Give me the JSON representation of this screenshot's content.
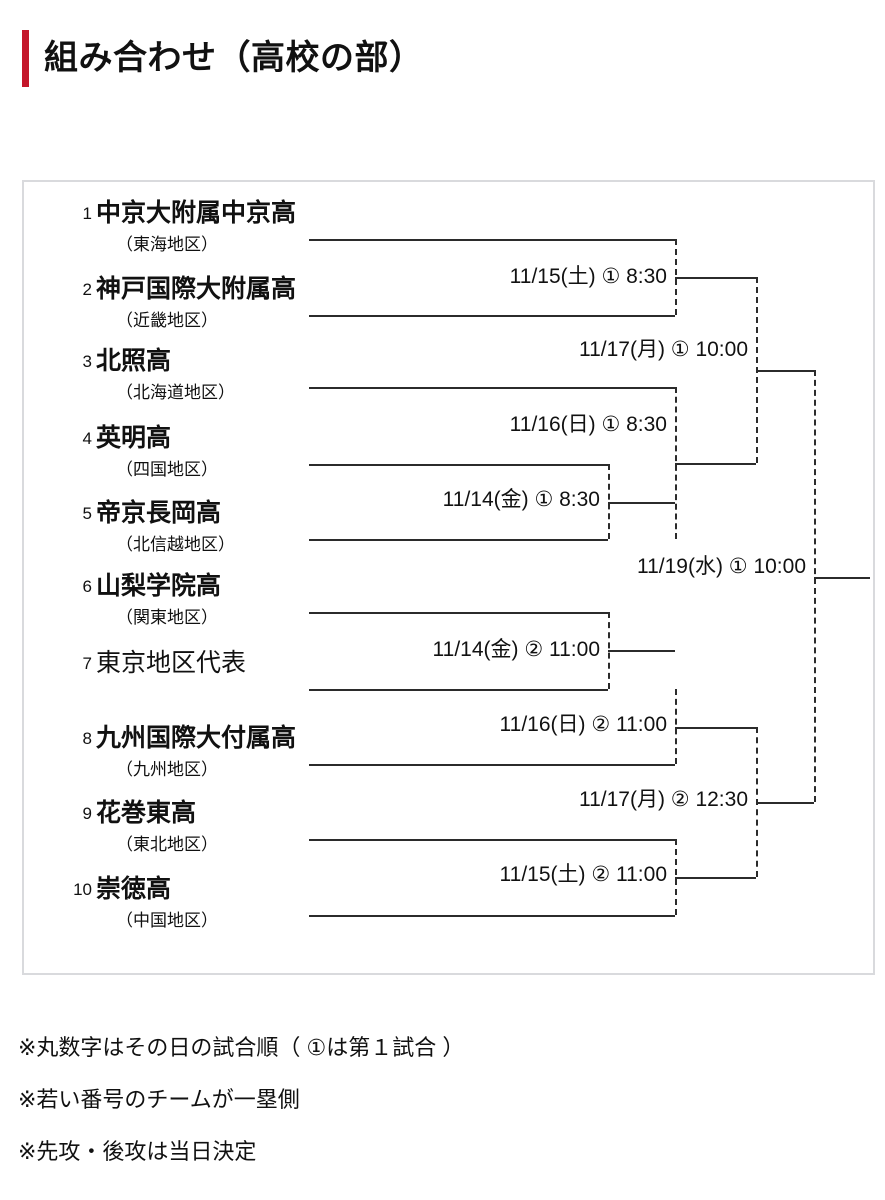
{
  "header": {
    "title": "組み合わせ（高校の部）",
    "accent_color": "#c4162a"
  },
  "bracket": {
    "teams": [
      {
        "seed": "1",
        "name": "中京大附属中京高",
        "region": "（東海地区）"
      },
      {
        "seed": "2",
        "name": "神戸国際大附属高",
        "region": "（近畿地区）"
      },
      {
        "seed": "3",
        "name": "北照高",
        "region": "（北海道地区）"
      },
      {
        "seed": "4",
        "name": "英明高",
        "region": "（四国地区）"
      },
      {
        "seed": "5",
        "name": "帝京長岡高",
        "region": "（北信越地区）"
      },
      {
        "seed": "6",
        "name": "山梨学院高",
        "region": "（関東地区）"
      },
      {
        "seed": "7",
        "name": "東京地区代表",
        "region": ""
      },
      {
        "seed": "8",
        "name": "九州国際大付属高",
        "region": "（九州地区）"
      },
      {
        "seed": "9",
        "name": "花巻東高",
        "region": "（東北地区）"
      },
      {
        "seed": "10",
        "name": "崇徳高",
        "region": "（中国地区）"
      }
    ],
    "matches": [
      {
        "id": "m1",
        "label": "11/15(土) ① 8:30"
      },
      {
        "id": "m2",
        "label": "11/16(日) ① 8:30"
      },
      {
        "id": "m3",
        "label": "11/14(金) ① 8:30"
      },
      {
        "id": "m4",
        "label": "11/17(月) ① 10:00"
      },
      {
        "id": "m5",
        "label": "11/14(金) ② 11:00"
      },
      {
        "id": "m6",
        "label": "11/16(日) ② 11:00"
      },
      {
        "id": "m7",
        "label": "11/15(土) ② 11:00"
      },
      {
        "id": "m8",
        "label": "11/17(月) ② 12:30"
      },
      {
        "id": "m9",
        "label": "11/19(水) ① 10:00"
      }
    ]
  },
  "notes": [
    "※丸数字はその日の試合順（ ①は第１試合 ）",
    "※若い番号のチームが一塁側",
    "※先攻・後攻は当日決定"
  ]
}
